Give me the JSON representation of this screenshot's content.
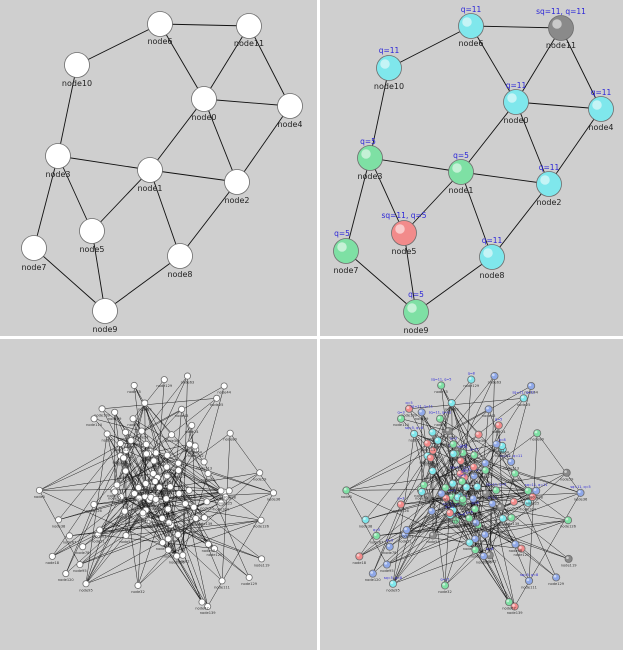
{
  "colors": {
    "panel_bg": "#cfcfcf",
    "divider": "#ffffff",
    "edge": "#111111",
    "node_white": "#ffffff",
    "node_cyan": "#7fe7ec",
    "node_green": "#7ee0a4",
    "node_red": "#f28b8b",
    "node_gray": "#8a8a8a",
    "node_blue": "#8fa8e8",
    "q_text": "#2a24d8"
  },
  "small_graph": {
    "nodes": [
      {
        "id": "node6",
        "label": "node6"
      },
      {
        "id": "node11",
        "label": "node11"
      },
      {
        "id": "node10",
        "label": "node10"
      },
      {
        "id": "node0",
        "label": "node0"
      },
      {
        "id": "node4",
        "label": "node4"
      },
      {
        "id": "node3",
        "label": "node3"
      },
      {
        "id": "node1",
        "label": "node1"
      },
      {
        "id": "node2",
        "label": "node2"
      },
      {
        "id": "node5",
        "label": "node5"
      },
      {
        "id": "node7",
        "label": "node7"
      },
      {
        "id": "node8",
        "label": "node8"
      },
      {
        "id": "node9",
        "label": "node9"
      }
    ],
    "edges": [
      [
        "node6",
        "node11"
      ],
      [
        "node6",
        "node10"
      ],
      [
        "node6",
        "node0"
      ],
      [
        "node11",
        "node0"
      ],
      [
        "node11",
        "node4"
      ],
      [
        "node0",
        "node4"
      ],
      [
        "node0",
        "node1"
      ],
      [
        "node0",
        "node2"
      ],
      [
        "node4",
        "node2"
      ],
      [
        "node10",
        "node3"
      ],
      [
        "node3",
        "node1"
      ],
      [
        "node3",
        "node5"
      ],
      [
        "node3",
        "node7"
      ],
      [
        "node1",
        "node2"
      ],
      [
        "node1",
        "node5"
      ],
      [
        "node1",
        "node8"
      ],
      [
        "node2",
        "node8"
      ],
      [
        "node5",
        "node9"
      ],
      [
        "node7",
        "node9"
      ],
      [
        "node8",
        "node9"
      ]
    ],
    "annotated_view": {
      "node_status": {
        "node6": {
          "color": "cyan",
          "q": "q=11"
        },
        "node11": {
          "color": "gray",
          "q": "sq=11, q=11"
        },
        "node10": {
          "color": "cyan",
          "q": "q=11"
        },
        "node0": {
          "color": "cyan",
          "q": "q=11"
        },
        "node4": {
          "color": "cyan",
          "q": "q=11"
        },
        "node3": {
          "color": "green",
          "q": "q=5"
        },
        "node1": {
          "color": "green",
          "q": "q=5"
        },
        "node2": {
          "color": "cyan",
          "q": "q=11"
        },
        "node5": {
          "color": "red",
          "q": "sq=11, q=5"
        },
        "node7": {
          "color": "green",
          "q": "q=5"
        },
        "node8": {
          "color": "cyan",
          "q": "q=11"
        },
        "node9": {
          "color": "green",
          "q": "q=5"
        }
      }
    }
  },
  "large_graph": {
    "visible_labels": [
      "node102",
      "node104",
      "node111",
      "node113",
      "node114",
      "node116",
      "node119",
      "node120",
      "node126",
      "node129",
      "node131",
      "node139",
      "node15",
      "node18",
      "node21",
      "node24",
      "node25",
      "node32",
      "node36",
      "node38",
      "node4",
      "node43",
      "node44",
      "node5",
      "node52",
      "node53",
      "node54",
      "node55",
      "node59",
      "node6",
      "node62",
      "node63",
      "node67",
      "node71",
      "node74",
      "node75",
      "node78",
      "node80",
      "node82",
      "node83",
      "node86",
      "node89",
      "node9",
      "node91",
      "node95",
      "node98"
    ],
    "q_labels": [
      "q=11",
      "q=5",
      "q=8",
      "sq=11, q=11",
      "sq=11, q=5",
      "q=3",
      "sq=5, q=8"
    ]
  }
}
